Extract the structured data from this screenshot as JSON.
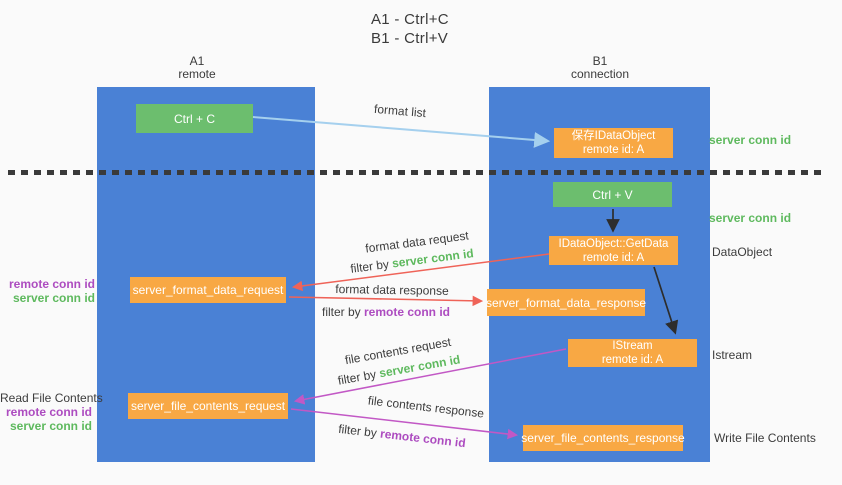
{
  "title": {
    "line1": "A1 - Ctrl+C",
    "line2": "B1 - Ctrl+V"
  },
  "lanes": {
    "a1": {
      "name": "A1",
      "subtitle": "remote"
    },
    "b1": {
      "name": "B1",
      "subtitle": "connection"
    }
  },
  "nodes": {
    "ctrl_c": {
      "label": "Ctrl + C"
    },
    "save_idataobject": {
      "line1": "保存IDataObject",
      "line2": "remote id: A"
    },
    "ctrl_v": {
      "label": "Ctrl + V"
    },
    "getdata": {
      "line1": "IDataObject::GetData",
      "line2": "remote id: A"
    },
    "format_request": {
      "label": "server_format_data_request"
    },
    "format_response": {
      "label": "server_format_data_response"
    },
    "istream": {
      "line1": "IStream",
      "line2": "remote id: A"
    },
    "file_request": {
      "label": "server_file_contents_request"
    },
    "file_response": {
      "label": "server_file_contents_response"
    }
  },
  "edges": {
    "format_list": {
      "label": "format list"
    },
    "format_data_request": {
      "label": "format data request",
      "filter_prefix": "filter by ",
      "filter_key": "server conn id"
    },
    "format_data_response": {
      "label": "format data response",
      "filter_prefix": "filter by ",
      "filter_key": "remote conn id"
    },
    "file_contents_request": {
      "label": "file contents request",
      "filter_prefix": "filter by ",
      "filter_key": "server conn id"
    },
    "file_contents_response": {
      "label": "file contents response",
      "filter_prefix": "filter by ",
      "filter_key": "remote conn id"
    }
  },
  "side_labels": {
    "server_conn_id_top": "server conn id",
    "server_conn_id_mid": "server conn id",
    "dataobject": "DataObject",
    "istream": "Istream",
    "write_file_contents": "Write File Contents",
    "read_file_contents": "Read File Contents",
    "remote_conn_id_left_1": "remote conn id",
    "server_conn_id_left_1": "server conn id",
    "remote_conn_id_left_2": "remote conn id",
    "server_conn_id_left_2": "server conn id"
  },
  "colors": {
    "lane_blue": "#4a81d5",
    "green_box": "#6cbe6e",
    "orange_box": "#f8a844",
    "green_text": "#5eb95e",
    "purple_text": "#ad4cc0",
    "arrow_light_blue": "#a5d0ee",
    "arrow_red": "#ef6358",
    "arrow_magenta": "#c258c5",
    "arrow_black": "#2d2d2d",
    "text_dark": "#3c3c3c",
    "background": "#fafafa"
  }
}
